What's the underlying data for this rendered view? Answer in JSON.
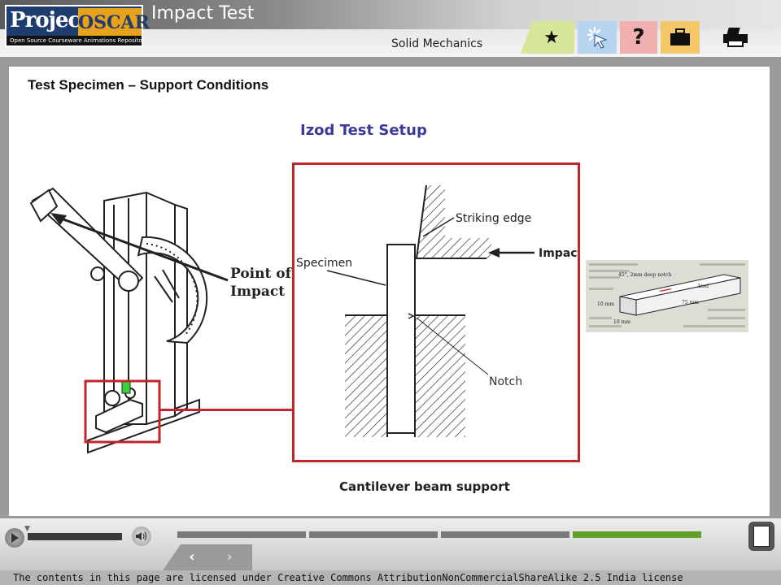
{
  "header": {
    "logo_word1": "Project",
    "logo_word2": "OSCAR",
    "logo_tagline": "Open Source Courseware Animations Repository",
    "title": "Impact Test",
    "subject": "Solid Mechanics",
    "tools": [
      {
        "icon": "star-icon",
        "glyph": "★"
      },
      {
        "icon": "pointer-click-icon",
        "glyph": "✳"
      },
      {
        "icon": "question-icon",
        "glyph": "?"
      },
      {
        "icon": "briefcase-icon",
        "glyph": "■"
      },
      {
        "icon": "printer-icon",
        "glyph": "▬"
      }
    ]
  },
  "slide": {
    "title": "Test Specimen – Support Conditions",
    "setup_title": "Izod Test Setup",
    "machine_label_line1": "Point of",
    "machine_label_line2": "Impact",
    "detail_labels": {
      "striking_edge": "Striking edge",
      "specimen": "Specimen",
      "impact": "Impact",
      "notch": "Notch"
    },
    "specimen_labels": {
      "notch_spec": "45°, 2mm deep notch",
      "izod": "Izod",
      "height": "10 mm",
      "width": "10 mm",
      "length": "75 mm"
    },
    "caption": "Cantilever beam support"
  },
  "controls": {
    "prev_glyph": "‹",
    "next_glyph": "›",
    "progress_segments": 4,
    "progress_active": 4
  },
  "footer": {
    "license": "The contents in this page are licensed under Creative Commons AttributionNonCommercialShareAlike 2.5 India license"
  },
  "colors": {
    "highlight_red": "#c0272d",
    "progress_active": "#5fa126",
    "setup_title": "#3a3a9a"
  }
}
